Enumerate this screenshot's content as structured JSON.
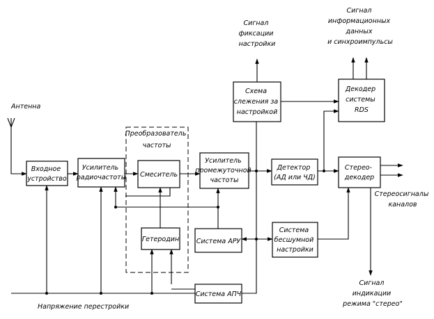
{
  "labels": {
    "antenna": "Антенна",
    "tuning_voltage": "Напряжение перестройки",
    "converter_title": [
      "Преобразователь",
      "частоты"
    ],
    "tuning_fix_signal": [
      "Сигнал",
      "фиксации",
      "настройки"
    ],
    "rds_signal": [
      "Сигнал",
      "информационных",
      "данных",
      "и синхроимпульсы"
    ],
    "stereo_outputs": [
      "Стереосигналы",
      "каналов"
    ],
    "stereo_indicator": [
      "Сигнал",
      "индикации",
      "режима \"стерео\""
    ]
  },
  "blocks": {
    "input": [
      "Входное",
      "устройство"
    ],
    "rf_amp": [
      "Усилитель",
      "радиочастоты"
    ],
    "mixer": [
      "Смеситель"
    ],
    "oscillator": [
      "Гетеродин"
    ],
    "if_amp": [
      "Усилитель",
      "промежуточной",
      "частоты"
    ],
    "agc": [
      "Система АРУ"
    ],
    "afc": [
      "Система АПЧ"
    ],
    "tracking": [
      "Схема",
      "слежения за",
      "настройкой"
    ],
    "detector": [
      "Детектор",
      "(АД или ЧД)"
    ],
    "rds_decoder": [
      "Декодер",
      "системы",
      "RDS"
    ],
    "stereo_decoder": [
      "Стерео-",
      "декодер"
    ],
    "squelch": [
      "Система",
      "бесшумной",
      "настройки"
    ]
  }
}
